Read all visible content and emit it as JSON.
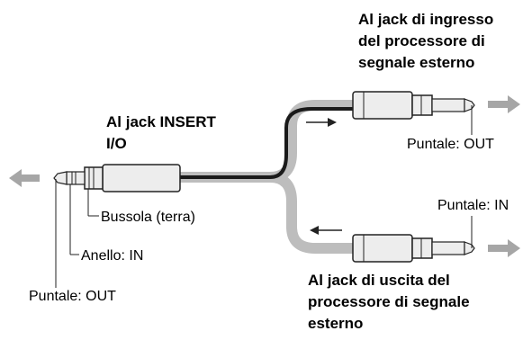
{
  "labels": {
    "insert_jack": [
      "Al jack INSERT",
      "I/O"
    ],
    "input_jack": [
      "Al jack di ingresso",
      "del processore di",
      "segnale esterno"
    ],
    "output_jack": [
      "Al jack di uscita del",
      "processore di segnale",
      "esterno"
    ],
    "sleeve": "Bussola (terra)",
    "ring": "Anello: IN",
    "tip_trs": "Puntale: OUT",
    "tip_upper": "Puntale: OUT",
    "tip_lower": "Puntale: IN"
  },
  "colors": {
    "cable_outer": "#bdbdbd",
    "cable_inner": "#1a1a1a",
    "plug_body": "#ededed",
    "outline": "#222222",
    "arrow_gray": "#a6a6a6"
  },
  "icons": {
    "left_arrow": "arrow-left-icon",
    "right_arrow_upper": "arrow-right-icon",
    "right_arrow_lower": "arrow-right-icon",
    "signal_out": "arrow-right-icon",
    "signal_in": "arrow-left-icon"
  }
}
